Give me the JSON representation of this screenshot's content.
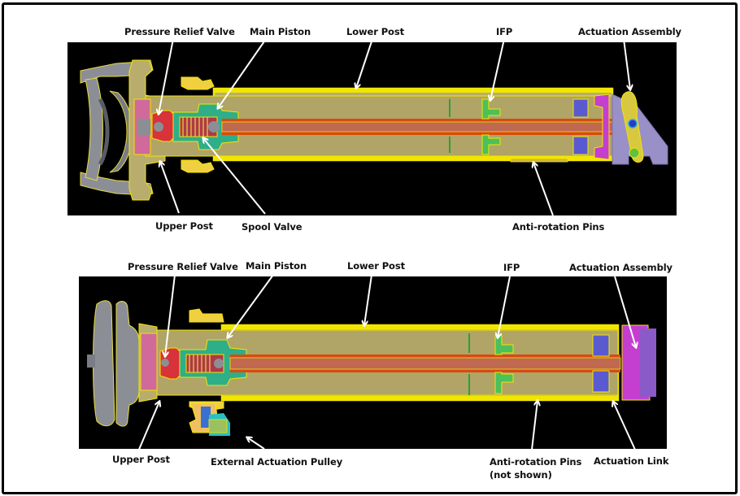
{
  "figure": {
    "diagrams": [
      {
        "id": "top",
        "labels": {
          "pressure_relief_valve": "Pressure Relief Valve",
          "main_piston": "Main Piston",
          "lower_post": "Lower Post",
          "ifp": "IFP",
          "actuation_assembly": "Actuation Assembly",
          "upper_post": "Upper Post",
          "spool_valve": "Spool Valve",
          "anti_rotation_pins": "Anti-rotation Pins"
        }
      },
      {
        "id": "bottom",
        "labels": {
          "pressure_relief_valve": "Pressure Relief Valve",
          "main_piston": "Main Piston",
          "lower_post": "Lower Post",
          "ifp": "IFP",
          "actuation_assembly": "Actuation Assembly",
          "upper_post": "Upper Post",
          "external_actuation_pulley": "External Actuation Pulley",
          "anti_rotation_pins": "Anti-rotation Pins",
          "anti_rotation_pins_note": "(not shown)",
          "actuation_link": "Actuation Link"
        }
      }
    ],
    "colors": {
      "background": "#000000",
      "post_body": "#b8ad6c",
      "outline": "#f2e600",
      "shaft": "#c06850",
      "shaft_edge": "#d84a10",
      "piston": "#2fae8a",
      "relief_valve": "#d8323a",
      "seal_head": "#d06a9a",
      "clamp": "#8c8e96",
      "ifp": "#4cc05a",
      "seal_block": "#5a5ad0",
      "actuator": "#c43ed0",
      "lever": "#d8c840",
      "bracket": "#9a90c8",
      "pulley": "#28c0c0",
      "arrow": "#ffffff"
    }
  }
}
